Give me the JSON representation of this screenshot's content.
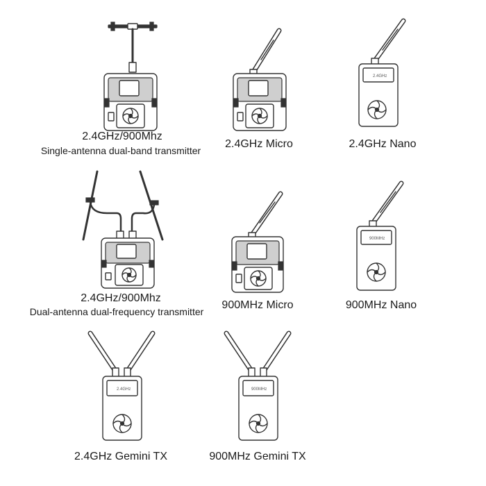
{
  "items": [
    {
      "id": "dual-band-single",
      "line1": "2.4GHz/900Mhz",
      "line2": "Single-antenna dual-band transmitter"
    },
    {
      "id": "micro-24",
      "line1": "2.4GHz Micro"
    },
    {
      "id": "nano-24",
      "line1": "2.4GHz Nano",
      "badge": "2.4GHz"
    },
    {
      "id": "dual-freq-dual",
      "line1": "2.4GHz/900Mhz",
      "line2": "Dual-antenna dual-frequency transmitter"
    },
    {
      "id": "micro-900",
      "line1": "900MHz Micro"
    },
    {
      "id": "nano-900",
      "line1": "900MHz Nano",
      "badge": "900MHz"
    },
    {
      "id": "gemini-24",
      "line1": "2.4GHz Gemini TX",
      "badge": "2.4GHz"
    },
    {
      "id": "gemini-900",
      "line1": "900MHz Gemini TX",
      "badge": "900MHz"
    }
  ],
  "colors": {
    "line": "#333333",
    "background": "#ffffff"
  }
}
